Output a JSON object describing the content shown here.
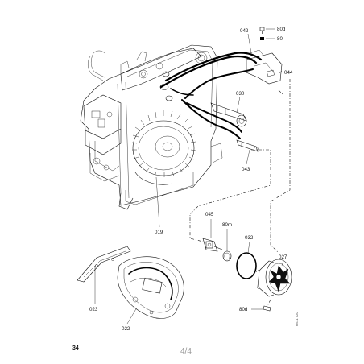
{
  "labels": {
    "p042": "042",
    "p80d_top": "80d",
    "p80i": "80i",
    "p044": "044",
    "p030": "030",
    "p043": "043",
    "p019": "019",
    "p045": "045",
    "p80m": "80m",
    "p032": "032",
    "p027": "027",
    "p023": "023",
    "p022": "022",
    "p80d_bottom": "80d"
  },
  "footer": {
    "page_number": "34",
    "page_index": "4/4",
    "vertical_code": "HS11 020"
  }
}
